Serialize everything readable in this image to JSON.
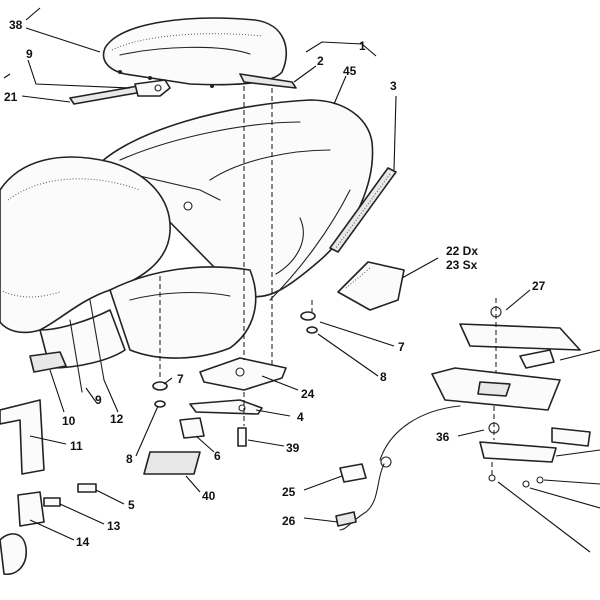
{
  "callouts": [
    {
      "id": "38",
      "text": "38"
    },
    {
      "id": "9a",
      "text": "9"
    },
    {
      "id": "21",
      "text": "21"
    },
    {
      "id": "1",
      "text": "1"
    },
    {
      "id": "2",
      "text": "2"
    },
    {
      "id": "45",
      "text": "45"
    },
    {
      "id": "3",
      "text": "3"
    },
    {
      "id": "22",
      "text": "22 Dx"
    },
    {
      "id": "23",
      "text": "23 Sx"
    },
    {
      "id": "27",
      "text": "27"
    },
    {
      "id": "7a",
      "text": "7"
    },
    {
      "id": "8a",
      "text": "8"
    },
    {
      "id": "7b",
      "text": "7"
    },
    {
      "id": "24",
      "text": "24"
    },
    {
      "id": "4",
      "text": "4"
    },
    {
      "id": "10",
      "text": "10"
    },
    {
      "id": "9b",
      "text": "9"
    },
    {
      "id": "12",
      "text": "12"
    },
    {
      "id": "11",
      "text": "11"
    },
    {
      "id": "8b",
      "text": "8"
    },
    {
      "id": "6",
      "text": "6"
    },
    {
      "id": "39",
      "text": "39"
    },
    {
      "id": "36",
      "text": "36"
    },
    {
      "id": "5",
      "text": "5"
    },
    {
      "id": "40",
      "text": "40"
    },
    {
      "id": "25",
      "text": "25"
    },
    {
      "id": "13",
      "text": "13"
    },
    {
      "id": "26",
      "text": "26"
    },
    {
      "id": "14",
      "text": "14"
    }
  ]
}
